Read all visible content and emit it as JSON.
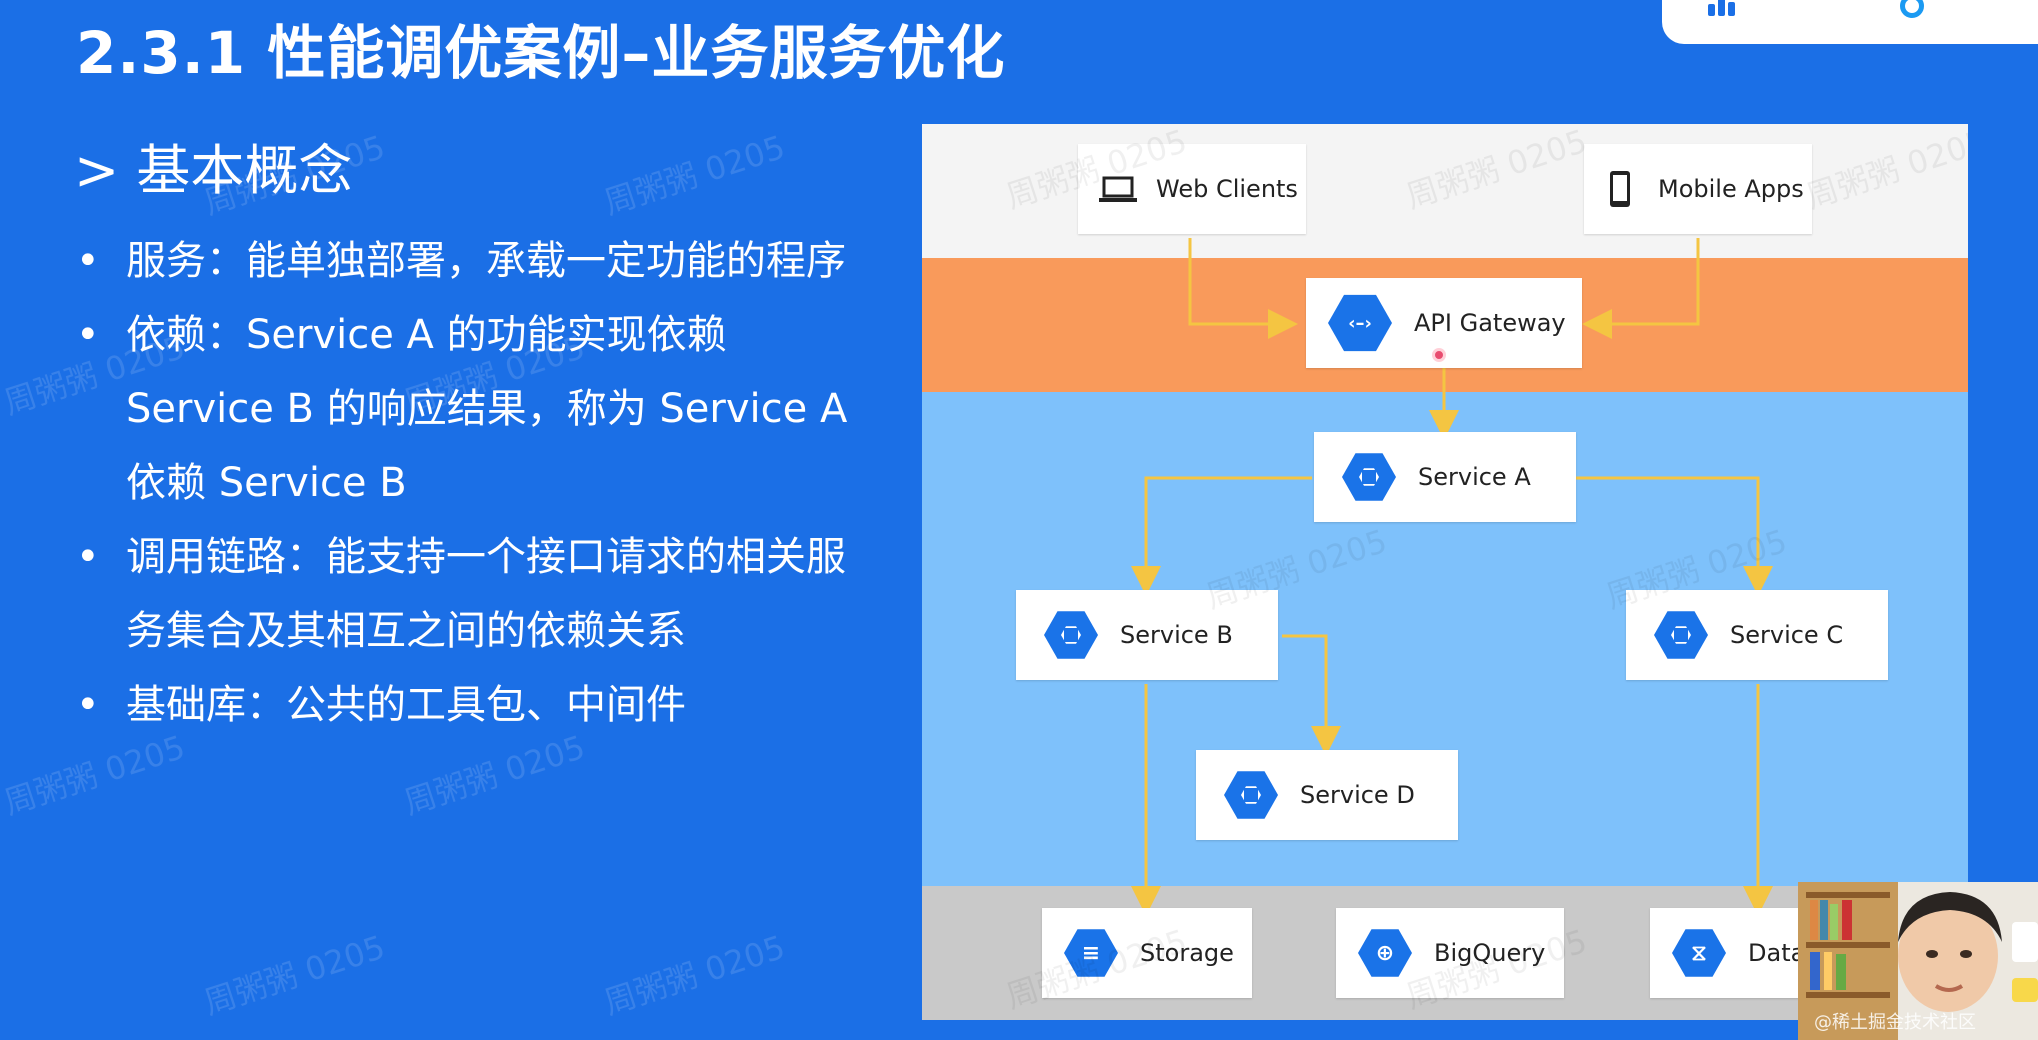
{
  "slide": {
    "title": "2.3.1 性能调优案例–业务服务优化",
    "section": "> 基本概念",
    "bullets": [
      "服务：能单独部署，承载一定功能的程序",
      "依赖：Service A 的功能实现依赖 Service B 的响应结果，称为 Service A 依赖 Service B",
      "调用链路：能支持一个接口请求的相关服务集合及其相互之间的依赖关系",
      "基础库：公共的工具包、中间件"
    ],
    "watermark": "周粥粥 0205"
  },
  "diagram": {
    "nodes": {
      "web_clients": "Web Clients",
      "mobile_apps": "Mobile Apps",
      "api_gateway": "API Gateway",
      "service_a": "Service A",
      "service_b": "Service B",
      "service_c": "Service C",
      "service_d": "Service D",
      "storage": "Storage",
      "bigquery": "BigQuery",
      "data": "Data"
    },
    "icons": {
      "laptop": "laptop-icon",
      "phone": "phone-icon",
      "gateway": "gateway-hex-icon",
      "service": "service-hex-icon",
      "storage": "storage-hex-icon",
      "bigquery": "bigquery-hex-icon",
      "data": "data-hex-icon"
    }
  },
  "colors": {
    "background": "#1b6fe6",
    "band_gateway": "#f99a5b",
    "band_services": "#7ec1fb",
    "band_storage": "#c9c9c9",
    "arrow": "#f4c542",
    "hex": "#1a73e8"
  },
  "overlay": {
    "community_text": "@稀土掘金技术社区"
  }
}
